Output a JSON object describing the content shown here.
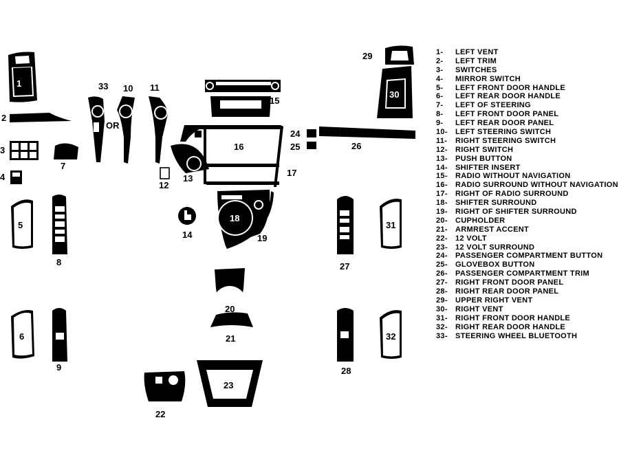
{
  "parts": [
    {
      "num": "1",
      "name": "LEFT VENT"
    },
    {
      "num": "2",
      "name": "LEFT TRIM"
    },
    {
      "num": "3",
      "name": "SWITCHES"
    },
    {
      "num": "4",
      "name": "MIRROR SWITCH"
    },
    {
      "num": "5",
      "name": "LEFT FRONT DOOR HANDLE"
    },
    {
      "num": "6",
      "name": "LEFT REAR DOOR HANDLE"
    },
    {
      "num": "7",
      "name": "LEFT OF STEERING"
    },
    {
      "num": "8",
      "name": "LEFT FRONT DOOR PANEL"
    },
    {
      "num": "9",
      "name": "LEFT REAR DOOR PANEL"
    },
    {
      "num": "10",
      "name": "LEFT STEERING SWITCH"
    },
    {
      "num": "11",
      "name": "RIGHT STEERING SWITCH"
    },
    {
      "num": "12",
      "name": "RIGHT SWITCH"
    },
    {
      "num": "13",
      "name": "PUSH BUTTON"
    },
    {
      "num": "14",
      "name": "SHIFTER INSERT"
    },
    {
      "num": "15",
      "name": "RADIO WITHOUT NAVIGATION"
    },
    {
      "num": "16",
      "name": "RADIO SURROUND WITHOUT NAVIGATION"
    },
    {
      "num": "17",
      "name": "RIGHT OF RADIO SURROUND"
    },
    {
      "num": "18",
      "name": "SHIFTER SURROUND"
    },
    {
      "num": "19",
      "name": "RIGHT OF SHIFTER SURROUND"
    },
    {
      "num": "20",
      "name": "CUPHOLDER"
    },
    {
      "num": "21",
      "name": "ARMREST ACCENT"
    },
    {
      "num": "22",
      "name": "12 VOLT"
    },
    {
      "num": "23",
      "name": "12 VOLT SURROUND"
    },
    {
      "num": "24",
      "name": "PASSENGER COMPARTMENT BUTTON"
    },
    {
      "num": "25",
      "name": "GLOVEBOX BUTTON"
    },
    {
      "num": "26",
      "name": "PASSENGER COMPARTMENT TRIM"
    },
    {
      "num": "27",
      "name": "RIGHT FRONT DOOR PANEL"
    },
    {
      "num": "28",
      "name": "RIGHT REAR DOOR PANEL"
    },
    {
      "num": "29",
      "name": "UPPER RIGHT VENT"
    },
    {
      "num": "30",
      "name": "RIGHT VENT"
    },
    {
      "num": "31",
      "name": "RIGHT FRONT DOOR HANDLE"
    },
    {
      "num": "32",
      "name": "RIGHT REAR DOOR HANDLE"
    },
    {
      "num": "33",
      "name": "STEERING WHEEL BLUETOOTH"
    }
  ],
  "or_label": "OR",
  "legend_suffix": "-",
  "colors": {
    "ink": "#000000",
    "paper": "#ffffff"
  }
}
